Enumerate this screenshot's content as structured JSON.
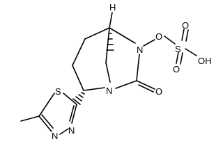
{
  "diagram": {
    "type": "chemical-structure",
    "atom_labels": {
      "h_stereo": "H",
      "n_bridge": "N",
      "n_amide": "N",
      "o_ester": "O",
      "s_sulfur": "S",
      "o_double_top": "O",
      "o_double_bottom": "O",
      "oh": "OH",
      "o_carbonyl": "O",
      "s_thiadiazole": "S",
      "n_ring_upper": "N",
      "n_ring_lower": "N"
    }
  }
}
